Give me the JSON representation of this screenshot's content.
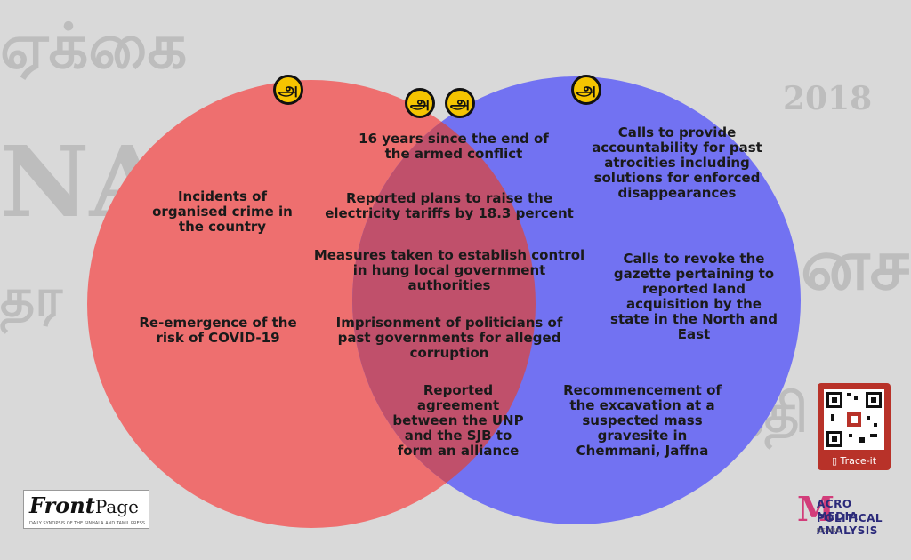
{
  "left_circle": {
    "badge": "அ",
    "items": [
      "Incidents of organised crime in the country",
      "Re-emergence of the risk of COVID-19"
    ]
  },
  "overlap": {
    "badges": [
      "அ",
      "அ"
    ],
    "items": [
      "16 years since the end of the armed conflict",
      "Reported plans to raise the electricity tariffs by 18.3 percent",
      "Measures taken to establish control in hung local government authorities",
      "Imprisonment of politicians of past governments for alleged corruption",
      "Reported agreement between the UNP and the SJB to form an alliance"
    ]
  },
  "right_circle": {
    "badge": "அ",
    "items": [
      "Calls to provide accountability for past atrocities including solutions for enforced disappearances",
      "Calls to revoke the gazette pertaining to reported land acquisition by the state in the North and East",
      "Recommencement of the excavation at a suspected mass gravesite in Chemmani, Jaffna"
    ]
  },
  "logos": {
    "frontpage_main": "Front",
    "frontpage_page": "Page",
    "frontpage_sub": "DAILY SYNOPSIS OF THE SINHALA AND TAMIL PRESS",
    "qr_label": "Trace-it",
    "acro_line1": "ACRO MEDIA",
    "acro_line2": "POLITICAL ANALYSIS",
    "acro_est": "EST. 2018"
  },
  "colors": {
    "left_circle": "#ee6f6f",
    "right_circle": "#7272f2",
    "overlap": "#c0506b",
    "badge": "#f5c400"
  }
}
